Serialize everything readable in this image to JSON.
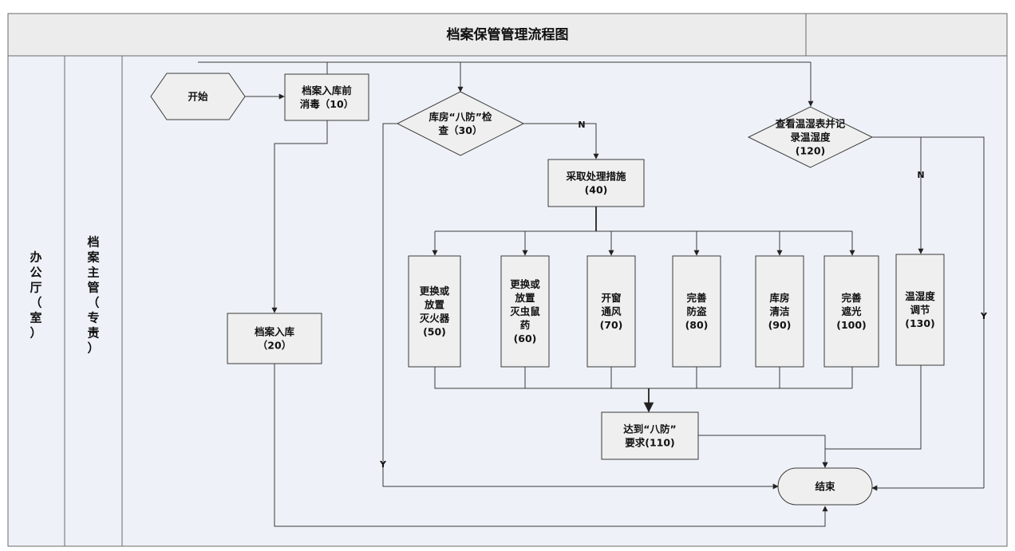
{
  "title": "档案保管管理流程图",
  "lanes": [
    {
      "id": "office",
      "label": "办公厅（室）"
    },
    {
      "id": "archivist",
      "label": "档案主管（专责）"
    }
  ],
  "nodes": {
    "start": {
      "shape": "hexagon",
      "lines": [
        "开始"
      ]
    },
    "n10": {
      "shape": "rect",
      "lines": [
        "档案入库前",
        "消毒（10）"
      ]
    },
    "n20": {
      "shape": "rect",
      "lines": [
        "档案入库",
        "（20）"
      ]
    },
    "n30": {
      "shape": "diamond",
      "lines": [
        "库房“八防”检",
        "查（30）"
      ]
    },
    "n40": {
      "shape": "rect",
      "lines": [
        "采取处理措施",
        "(40)"
      ]
    },
    "n50": {
      "shape": "rect",
      "lines": [
        "更换或",
        "放置",
        "灭火器",
        "(50)"
      ]
    },
    "n60": {
      "shape": "rect",
      "lines": [
        "更换或",
        "放置",
        "灭虫鼠",
        "药",
        "(60)"
      ]
    },
    "n70": {
      "shape": "rect",
      "lines": [
        "开窗",
        "通风",
        "(70)"
      ]
    },
    "n80": {
      "shape": "rect",
      "lines": [
        "完善",
        "防盗",
        "(80)"
      ]
    },
    "n90": {
      "shape": "rect",
      "lines": [
        "库房",
        "清洁",
        "(90)"
      ]
    },
    "n100": {
      "shape": "rect",
      "lines": [
        "完善",
        "遮光",
        "(100)"
      ]
    },
    "n110": {
      "shape": "rect",
      "lines": [
        "达到“八防”",
        "要求(110)"
      ]
    },
    "n120": {
      "shape": "diamond",
      "lines": [
        "查看温湿表并记",
        "录温湿度",
        "(120)"
      ]
    },
    "n130": {
      "shape": "rect",
      "lines": [
        "温湿度",
        "调节",
        "(130)"
      ]
    },
    "end": {
      "shape": "terminator",
      "lines": [
        "结束"
      ]
    }
  },
  "edge_labels": {
    "n30_no": "N",
    "n30_yes": "Y",
    "n120_no": "N",
    "n120_yes": "Y"
  }
}
